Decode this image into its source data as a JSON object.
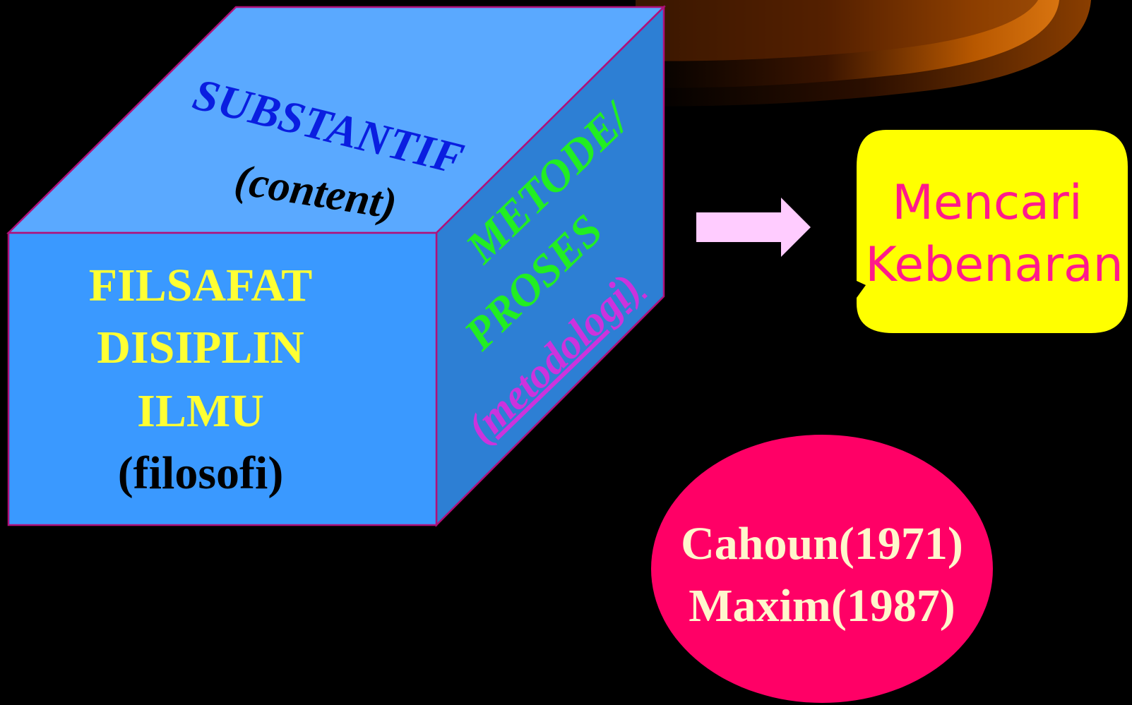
{
  "cube": {
    "top_face": {
      "title": "SUBSTANTIF",
      "subtitle": "(content)"
    },
    "front_face": {
      "line1": "FILSAFAT",
      "line2": "DISIPLIN",
      "line3": "ILMU",
      "line4": "(filosofi)"
    },
    "side_face": {
      "line1": "METODE/",
      "line2": "PROSES",
      "line3": "(metodologi)"
    }
  },
  "callout": {
    "line1": "Mencari",
    "line2": "Kebenaran"
  },
  "citation": {
    "line1": "Cahoun(1971)",
    "line2": "Maxim(1987)"
  },
  "colors": {
    "background": "#000000",
    "cube_top": "#5aa9ff",
    "cube_front": "#3a99ff",
    "cube_side": "#2d7fd4",
    "cube_edge": "#b0107a",
    "substantif_text": "#0a1ee0",
    "front_text": "#ffff33",
    "filosofi_text": "#000000",
    "metode_text": "#22ee22",
    "metodologi_text": "#cc33dd",
    "arrow": "#ffccff",
    "callout_fill": "#ffff00",
    "callout_text": "#ff1a8c",
    "citation_fill": "#ff0066",
    "citation_text": "#fff6cc",
    "swoosh_orange": "#c86000",
    "swoosh_dark": "#3a1400"
  }
}
